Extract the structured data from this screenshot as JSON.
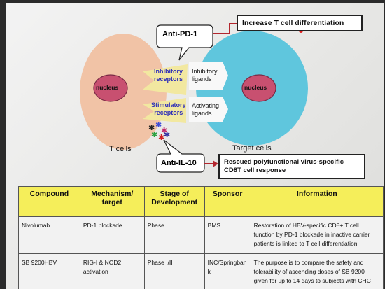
{
  "diagram": {
    "anti_pd1": "Anti-PD-1",
    "increase_box": "Increase T cell differentiation",
    "nucleus_left": "nucleus",
    "nucleus_right": "nucleus",
    "inhibitory_receptors": [
      "Inhibitory",
      "receptors"
    ],
    "inhibitory_ligands": [
      "Inhibitory",
      "ligands"
    ],
    "stimulatory_receptors": [
      "Stimulatory",
      "receptors"
    ],
    "activating_ligands": [
      "Activating",
      "ligands"
    ],
    "t_cells": "T cells",
    "target_cells": "Target cells",
    "anti_il10": "Anti-IL-10",
    "rescued_box": [
      "Rescued polyfunctional virus-specific",
      "CD8T cell response"
    ],
    "colors": {
      "t_cell": "#f1c3a6",
      "target_cell": "#5fc6dd",
      "nucleus": "#c85070",
      "receptor_arrow": "#f2e8a0",
      "connector": "#b3262e",
      "receptor_text": "#2e2eb8"
    }
  },
  "table": {
    "headers": [
      "Compound",
      "Mechanism/\ntarget",
      "Stage of\nDevelopment",
      "Sponsor",
      "Information"
    ],
    "rows": [
      [
        "Nivolumab",
        "PD-1 blockade",
        "Phase I",
        "BMS",
        "Restoration of HBV-specific CD8+ T cell function by PD-1 blockade in inactive carrier patients is linked to T cell differentiation"
      ],
      [
        "SB 9200HBV",
        "RIG-I & NOD2 activation",
        "Phase I/II",
        "INC/Springbank",
        "The purpose is to compare the safety and tolerability of ascending doses of SB 9200 given for up to 14 days to subjects with CHC"
      ]
    ]
  }
}
